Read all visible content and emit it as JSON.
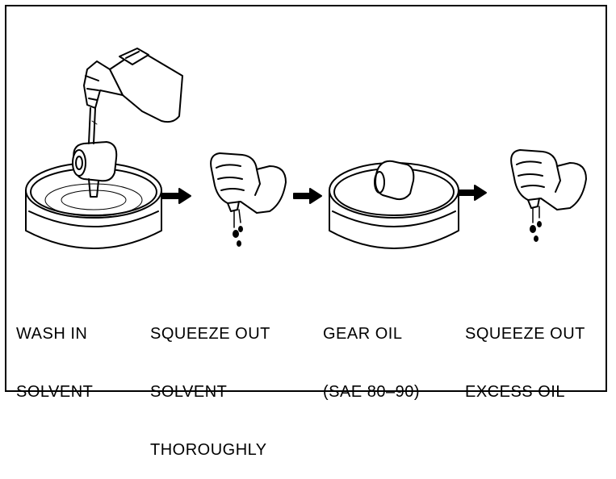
{
  "steps": [
    {
      "lines": [
        "WASH IN",
        "SOLVENT"
      ]
    },
    {
      "lines": [
        "SQUEEZE OUT",
        "SOLVENT",
        "THOROUGHLY"
      ]
    },
    {
      "lines": [
        "GEAR OIL",
        "(SAE 80–90)"
      ]
    },
    {
      "lines": [
        "SQUEEZE OUT",
        "EXCESS OIL"
      ]
    }
  ],
  "icons": {
    "step1": "oil-can-pouring-into-basin-with-part",
    "step2": "hand-squeezing-dripping-element",
    "step3": "basin-with-element-in-oil",
    "step4": "hand-squeezing-dripping-element",
    "arrow": "right-arrow"
  },
  "colors": {
    "ink": "#000000",
    "paper": "#ffffff"
  }
}
